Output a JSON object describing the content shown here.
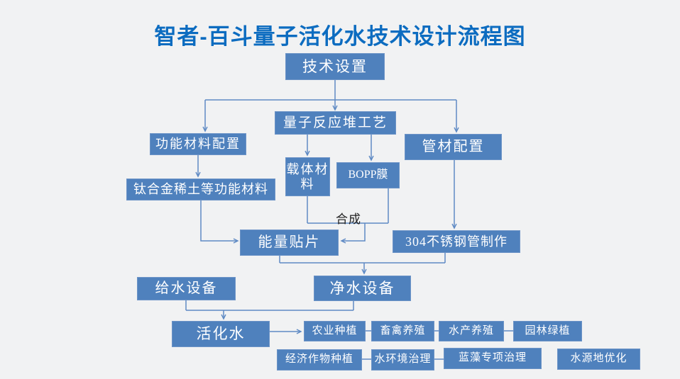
{
  "title": "智者-百斗量子活化水技术设计流程图",
  "edge_labels": {
    "synthesis": "合成"
  },
  "nodes": {
    "tech_setup": {
      "label": "技术设置"
    },
    "quantum_reactor": {
      "label": "量子反应堆工艺"
    },
    "material_config": {
      "label": "功能材料配置"
    },
    "pipe_config": {
      "label": "管材配置"
    },
    "carrier": {
      "label": "载体材料"
    },
    "bopp": {
      "label": "BOPP膜"
    },
    "titanium": {
      "label": "钛合金稀土等功能材料"
    },
    "energy_patch": {
      "label": "能量贴片"
    },
    "steel_pipe": {
      "label": "304不锈钢管制作"
    },
    "water_supply": {
      "label": "给水设备"
    },
    "water_purify": {
      "label": "净水设备"
    },
    "activated_water": {
      "label": "活化水"
    },
    "agriculture": {
      "label": "农业种植"
    },
    "livestock": {
      "label": "畜禽养殖"
    },
    "aquaculture": {
      "label": "水产养殖"
    },
    "garden": {
      "label": "园林绿植"
    },
    "econ_crops": {
      "label": "经济作物种植"
    },
    "water_env": {
      "label": "水环境治理"
    },
    "blue_algae": {
      "label": "蓝藻专项治理"
    },
    "water_source": {
      "label": "水源地优化"
    }
  },
  "colors": {
    "background": "#f1f2f3",
    "node_fill": "#4f81bd",
    "node_border": "#6d94c7",
    "connector": "#5f8ac4",
    "title_text": "#0c6cc0",
    "node_text": "#ffffff",
    "edge_label_text": "#1f1f1f"
  }
}
